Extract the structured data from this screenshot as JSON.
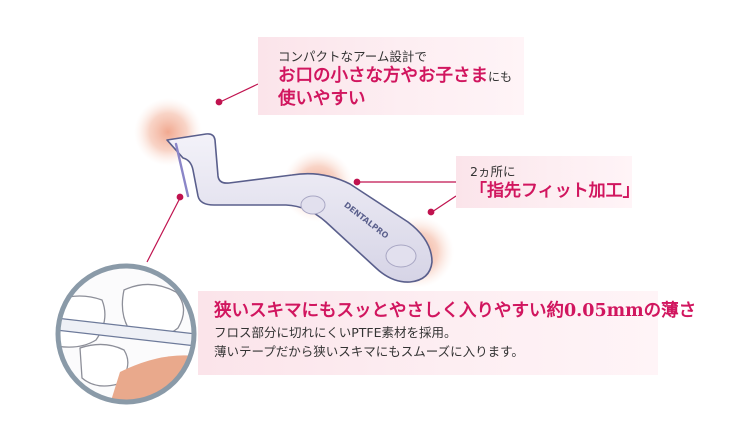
{
  "callout_top": {
    "line1": "コンパクトなアーム設計で",
    "line2_emph": "お口の小さな方やお子さま",
    "line2_suffix": "にも",
    "line3_emph": "使いやすい"
  },
  "callout_mid": {
    "line1": "2ヵ所に",
    "line2_emph": "「指先フィット加工」"
  },
  "callout_bottom": {
    "heading": "狭いスキマにもスッとやさしく入りやすい約0.05mmの薄さ",
    "line1": "フロス部分に切れにくいPTFE素材を採用。",
    "line2": "薄いテープだから狭いスキマにもスムーズに入ります。"
  },
  "product": {
    "brand_text": "DENTALPRO"
  },
  "colors": {
    "accent": "#d1165f",
    "callout_bg": "#fbe4ea",
    "glow": "#f0a48a",
    "handle": "#e8e6f2",
    "handle_outline": "#5a5f8c",
    "zoom_ring": "#8a9aa8",
    "gum": "#e9a98c"
  }
}
